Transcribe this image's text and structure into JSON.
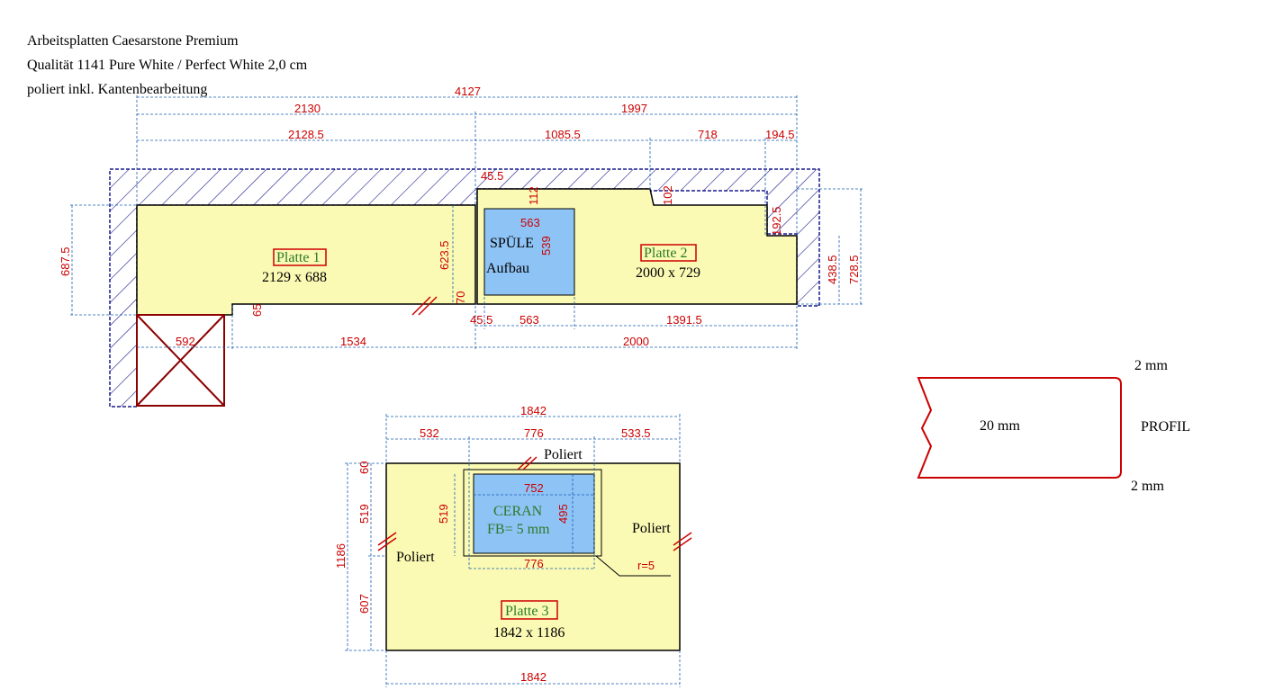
{
  "header": {
    "line1": "Arbeitsplatten Caesarstone Premium",
    "line2": "Qualität 1141 Pure White / Perfect White 2,0 cm",
    "line3": "poliert inkl. Kantenbearbeitung"
  },
  "plate1": {
    "name": "Platte 1",
    "size": "2129 x 688"
  },
  "plate2": {
    "name": "Platte 2",
    "size": "2000 x 729"
  },
  "plate3": {
    "name": "Platte 3",
    "size": "1842 x 1186"
  },
  "sink": {
    "label1": "SPÜLE",
    "label2": "Aufbau"
  },
  "cooktop": {
    "label1": "CERAN",
    "label2": "FB= 5 mm"
  },
  "edge_labels": {
    "poliert": "Poliert",
    "radius": "r=5"
  },
  "profile": {
    "title": "PROFIL",
    "thickness": "20 mm",
    "top_edge": "2 mm",
    "bottom_edge": "2 mm"
  },
  "dims_top": {
    "total": "4127",
    "left": "2130",
    "right": "1997",
    "p1_width": "2128.5",
    "seg_a": "1085.5",
    "seg_b": "718",
    "seg_c": "194.5"
  },
  "dims_main": {
    "left_height": "687.5",
    "sink_gap_top": "45.5",
    "sink_offset": "112",
    "notch_depth": "102",
    "step_depth": "192.5",
    "right_height": "728.5",
    "step_height": "438.5",
    "p1_inner_height": "623.5",
    "sink_width": "563",
    "sink_height": "539",
    "sink_bottom": "70",
    "notch_bottom": "65"
  },
  "dims_bottom": {
    "cabinet": "592",
    "p1_rest": "1534",
    "gap": "45.5",
    "sink_w": "563",
    "p2_rest": "1391.5",
    "p2_total": "2000"
  },
  "dims_plate3": {
    "total_top": "1842",
    "left": "532",
    "cut": "776",
    "right": "533.5",
    "height_total": "1186",
    "top_offset": "60",
    "upper": "519",
    "lower": "607",
    "cut_inner_h": "519",
    "ceran_w": "752",
    "ceran_h": "495",
    "cut_bottom": "776",
    "total_bottom": "1842"
  },
  "colors": {
    "plate": "#fbfab4",
    "sink": "#8ec3f5",
    "dim": "#cc0000",
    "hatch": "#1a1a8c",
    "profile": "#cc0000"
  }
}
